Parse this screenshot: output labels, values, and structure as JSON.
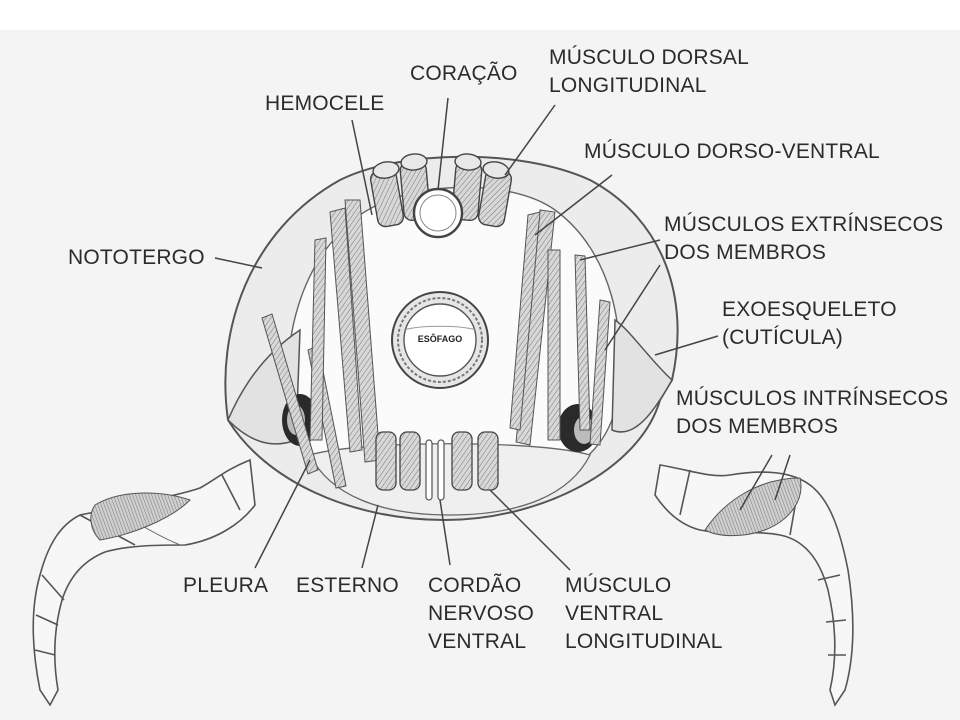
{
  "labels": {
    "coracao": "CORAÇÃO",
    "musculo_dorsal": [
      "MÚSCULO DORSAL",
      "LONGITUDINAL"
    ],
    "hemocele": "HEMOCELE",
    "musculo_dorso_ventral": "MÚSCULO DORSO-VENTRAL",
    "musculos_extrinsecos": [
      "MÚSCULOS EXTRÍNSECOS",
      "DOS MEMBROS"
    ],
    "nototergo": "NOTOTERGO",
    "exoesqueleto": [
      "EXOESQUELETO",
      "(CUTÍCULA)"
    ],
    "musculos_intrinsecos": [
      "MÚSCULOS INTRÍNSECOS",
      "DOS MEMBROS"
    ],
    "esofago": "ESÔFAGO",
    "pleura": "PLEURA",
    "esterno": "ESTERNO",
    "cordao": [
      "CORDÃO",
      "NERVOSO",
      "VENTRAL"
    ],
    "musculo_ventral": [
      "MÚSCULO",
      "VENTRAL",
      "LONGITUDINAL"
    ]
  }
}
